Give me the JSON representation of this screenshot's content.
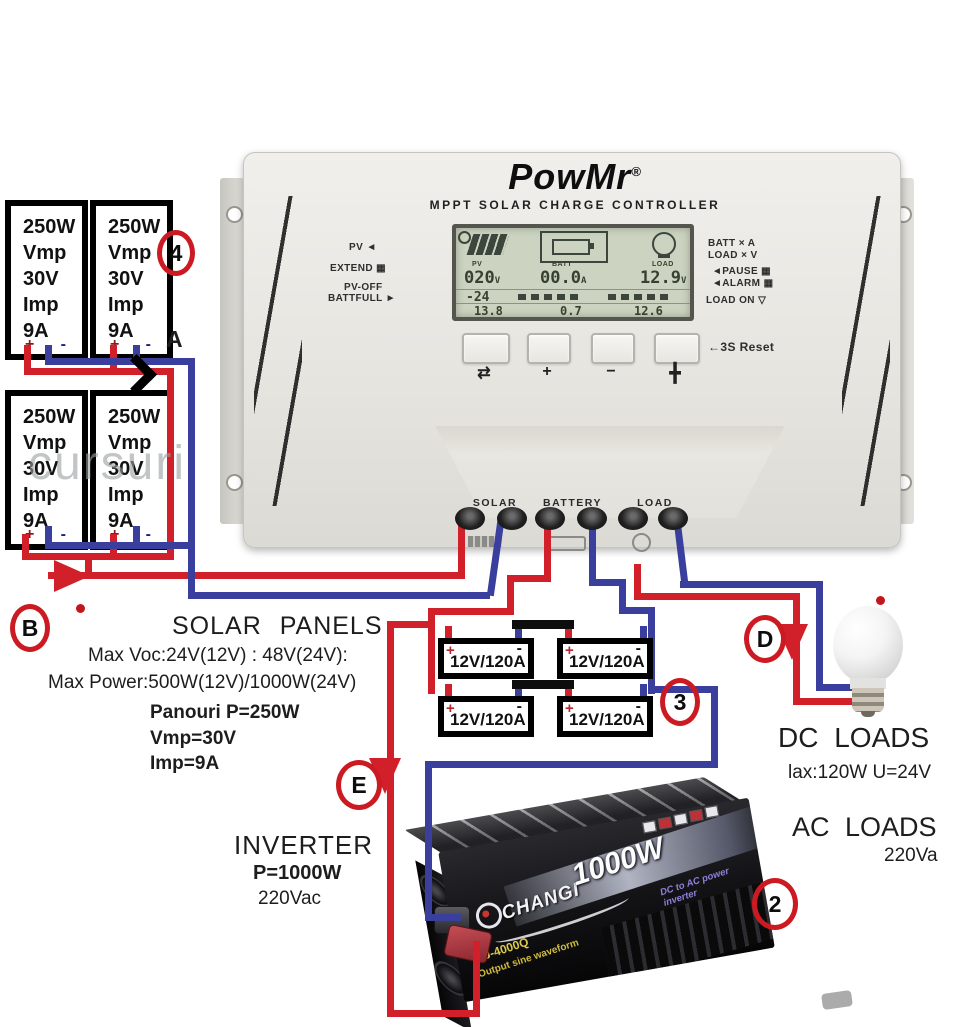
{
  "watermark": "cursuri",
  "labels": {
    "a": "A",
    "b": "B",
    "d": "D",
    "e": "E",
    "n2": "2",
    "n3": "3",
    "n4": "4"
  },
  "panel": {
    "lines": [
      "250W",
      "Vmp",
      "30V",
      "Imp",
      "9A"
    ],
    "plus": "+",
    "minus": "-"
  },
  "battery": {
    "label": "12V/120A",
    "plus": "+",
    "minus": "-"
  },
  "controller": {
    "brand": "PowMr",
    "reg": "®",
    "subtitle": "MPPT SOLAR CHARGE CONTROLLER",
    "left_labels": [
      "PV ◄",
      "EXTEND ▦",
      "PV-OFF",
      "BATTFULL ►"
    ],
    "right_labels": [
      "BATT × A",
      "LOAD × V",
      "◄PAUSE ▦",
      "◄ALARM ▦",
      "LOAD ON ▽"
    ],
    "buttons": [
      "⇄",
      "+",
      "−",
      "╋"
    ],
    "reset_label": "←3S Reset",
    "terminals": [
      "SOLAR",
      "BATTERY",
      "LOAD"
    ],
    "lcd": {
      "pv_label": "PV",
      "pv_value": "020",
      "pv_unit": "V",
      "bat_label": "BATT",
      "bat_value": "00.0",
      "bat_unit": "A",
      "load_label": "LOAD",
      "load_value": "12.9",
      "load_unit": "V",
      "temp_value": "-24",
      "b1": "13.8",
      "b2": "0.7",
      "b3": "12.6"
    }
  },
  "solar_info": {
    "title": "SOLAR PANELS",
    "line1": "Max Voc:24V(12V) : 48V(24V):",
    "line2": "Max Power:500W(12V)/1000W(24V)",
    "line3": "Panouri P=250W",
    "line4": "Vmp=30V",
    "line5": "Imp=9A"
  },
  "inverter_info": {
    "title": "INVERTER",
    "power": "P=1000W",
    "voltage": "220Vac"
  },
  "dc_loads": {
    "title": "DC LOADS",
    "spec": "lax:120W U=24V"
  },
  "ac_loads": {
    "title": "AC LOADS",
    "spec": "220Va"
  },
  "inverter": {
    "brand": "CHANGI",
    "watts": "1000W",
    "tagline": "DC to AC power inverter",
    "model": "CJ-4000Q",
    "wave": "Output sine waveform"
  }
}
